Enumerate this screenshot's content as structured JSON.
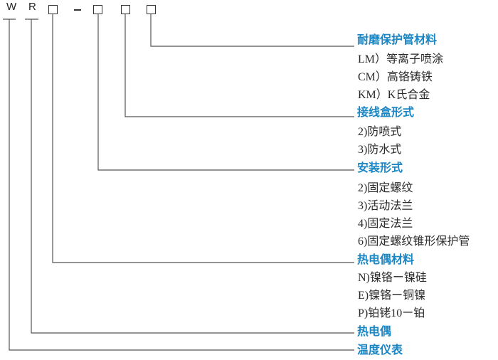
{
  "model_code": {
    "letter_w": "W",
    "letter_r": "R"
  },
  "categories": [
    {
      "id": "sleeve_material",
      "title": "耐磨保护管材料",
      "options": [
        "LM）等离子喷涂",
        "CM）高铬铸铁",
        "KM）K氏合金"
      ]
    },
    {
      "id": "junction_box",
      "title": "接线盒形式",
      "options": [
        "2)防喷式",
        "3)防水式"
      ]
    },
    {
      "id": "mounting",
      "title": "安装形式",
      "options": [
        "2)固定螺纹",
        "3)活动法兰",
        "4)固定法兰",
        "6)固定螺纹锥形保护管"
      ]
    },
    {
      "id": "thermocouple_material",
      "title": "热电偶材料",
      "options": [
        "N)镍铬ー镍硅",
        "E)镍铬ー铜镍",
        "P)铂铑10ー铂"
      ]
    },
    {
      "id": "thermocouple",
      "title": "热电偶",
      "options": []
    },
    {
      "id": "temperature_instrument",
      "title": "温度仪表",
      "options": []
    }
  ],
  "colors": {
    "heading": "#1a86c4",
    "text": "#2a2a2a",
    "line": "#555555"
  }
}
